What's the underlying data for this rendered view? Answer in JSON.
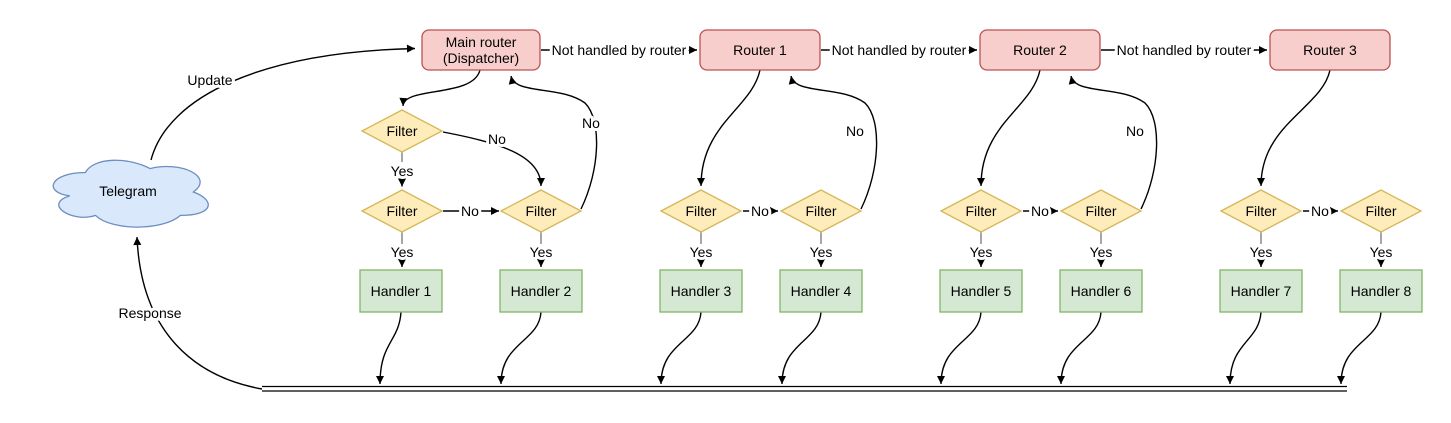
{
  "labels": {
    "update": "Update",
    "response": "Response",
    "yes": "Yes",
    "no": "No",
    "not_handled": "Not handled by router",
    "filter": "Filter"
  },
  "nodes": {
    "telegram": "Telegram",
    "dispatcher": {
      "line1": "Main router",
      "line2": "(Dispatcher)"
    },
    "routers": [
      "Router 1",
      "Router 2",
      "Router 3"
    ],
    "handlers": [
      "Handler 1",
      "Handler 2",
      "Handler 3",
      "Handler 4",
      "Handler 5",
      "Handler 6",
      "Handler 7",
      "Handler 8"
    ]
  },
  "colors": {
    "cloud_fill": "#dae8fc",
    "cloud_stroke": "#6c8ebf",
    "router_fill": "#f8cecc",
    "router_stroke": "#b85450",
    "filter_fill": "#feecba",
    "filter_stroke": "#d6b656",
    "handler_fill": "#d5e8d4",
    "handler_stroke": "#82b366",
    "edge": "#000000"
  }
}
